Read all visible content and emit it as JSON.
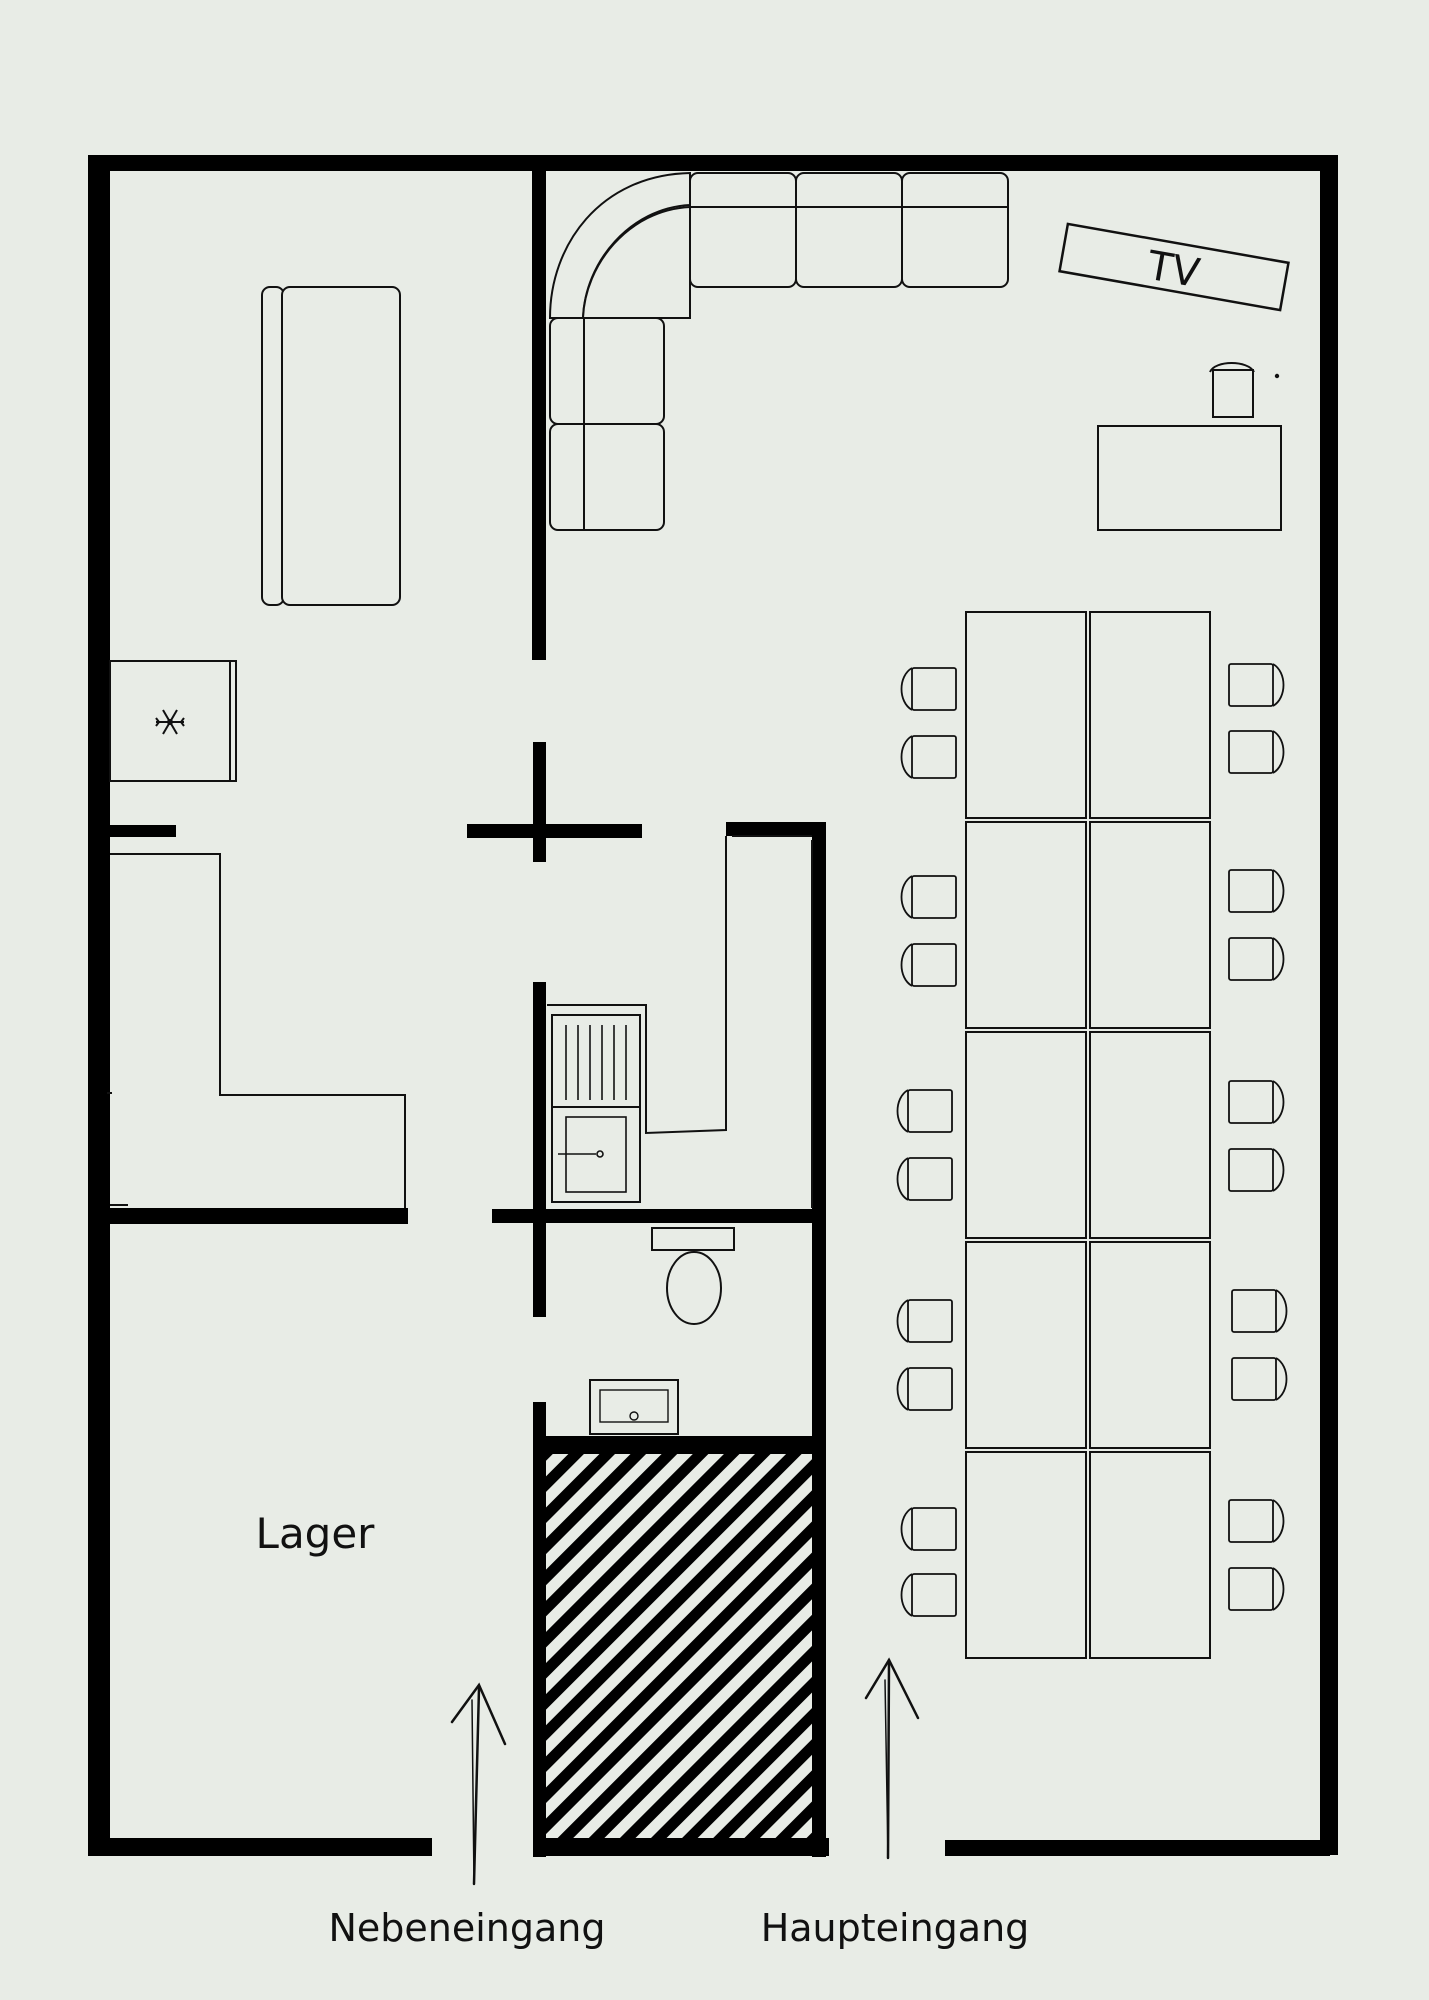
{
  "plan": {
    "labels": {
      "tv": "TV",
      "storage": "Lager",
      "side_entrance": "Nebeneingang",
      "main_entrance": "Haupteingang"
    },
    "colors": {
      "background": "#e8ece6",
      "wall": "#000000",
      "furniture_fill": "#e8ece6",
      "line": "#111111"
    },
    "icons": {
      "freezer": "snowflake-icon",
      "entrance_arrows": "arrow-up-icon"
    },
    "counts": {
      "conference_table_segments": 10,
      "chairs_left_of_table": 10,
      "chairs_right_of_table": 10
    }
  }
}
